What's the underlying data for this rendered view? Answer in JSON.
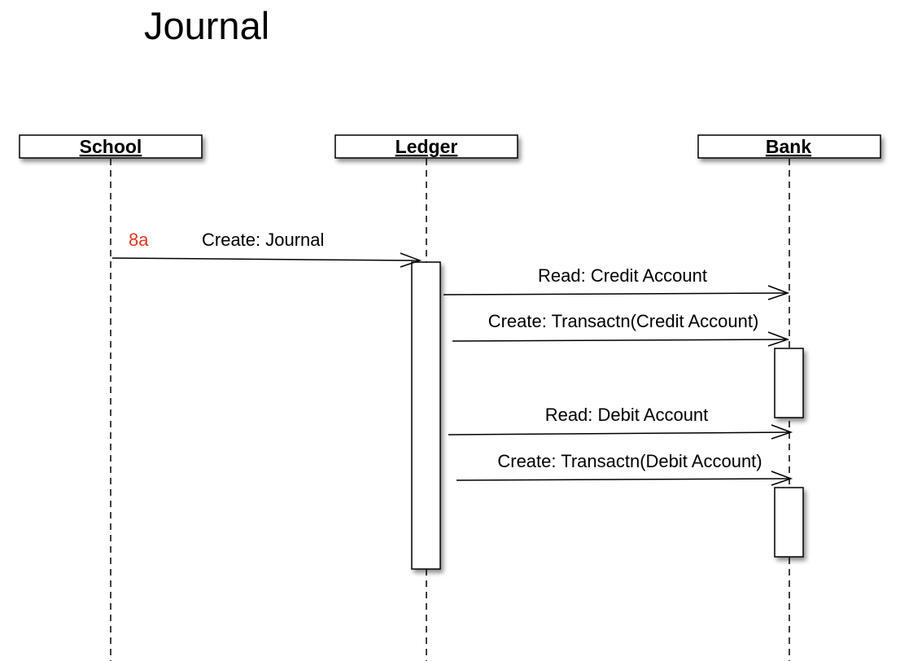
{
  "title": "Journal",
  "step": "8a",
  "colors": {
    "step": "#e2381e",
    "stroke": "#000000",
    "box_fill": "#ffffff",
    "shadow": "#999999"
  },
  "actors": [
    {
      "id": "school",
      "label": "School"
    },
    {
      "id": "ledger",
      "label": "Ledger"
    },
    {
      "id": "bank",
      "label": "Bank"
    }
  ],
  "messages": [
    {
      "id": "create-journal",
      "label": "Create: Journal",
      "from": "School",
      "to": "Ledger"
    },
    {
      "id": "read-credit-account",
      "label": "Read: Credit Account",
      "from": "Ledger",
      "to": "Bank"
    },
    {
      "id": "create-transactn-credit",
      "label": "Create: Transactn(Credit Account)",
      "from": "Ledger",
      "to": "Bank"
    },
    {
      "id": "read-debit-account",
      "label": "Read: Debit Account",
      "from": "Ledger",
      "to": "Bank"
    },
    {
      "id": "create-transactn-debit",
      "label": "Create: Transactn(Debit Account)",
      "from": "Ledger",
      "to": "Bank"
    }
  ]
}
